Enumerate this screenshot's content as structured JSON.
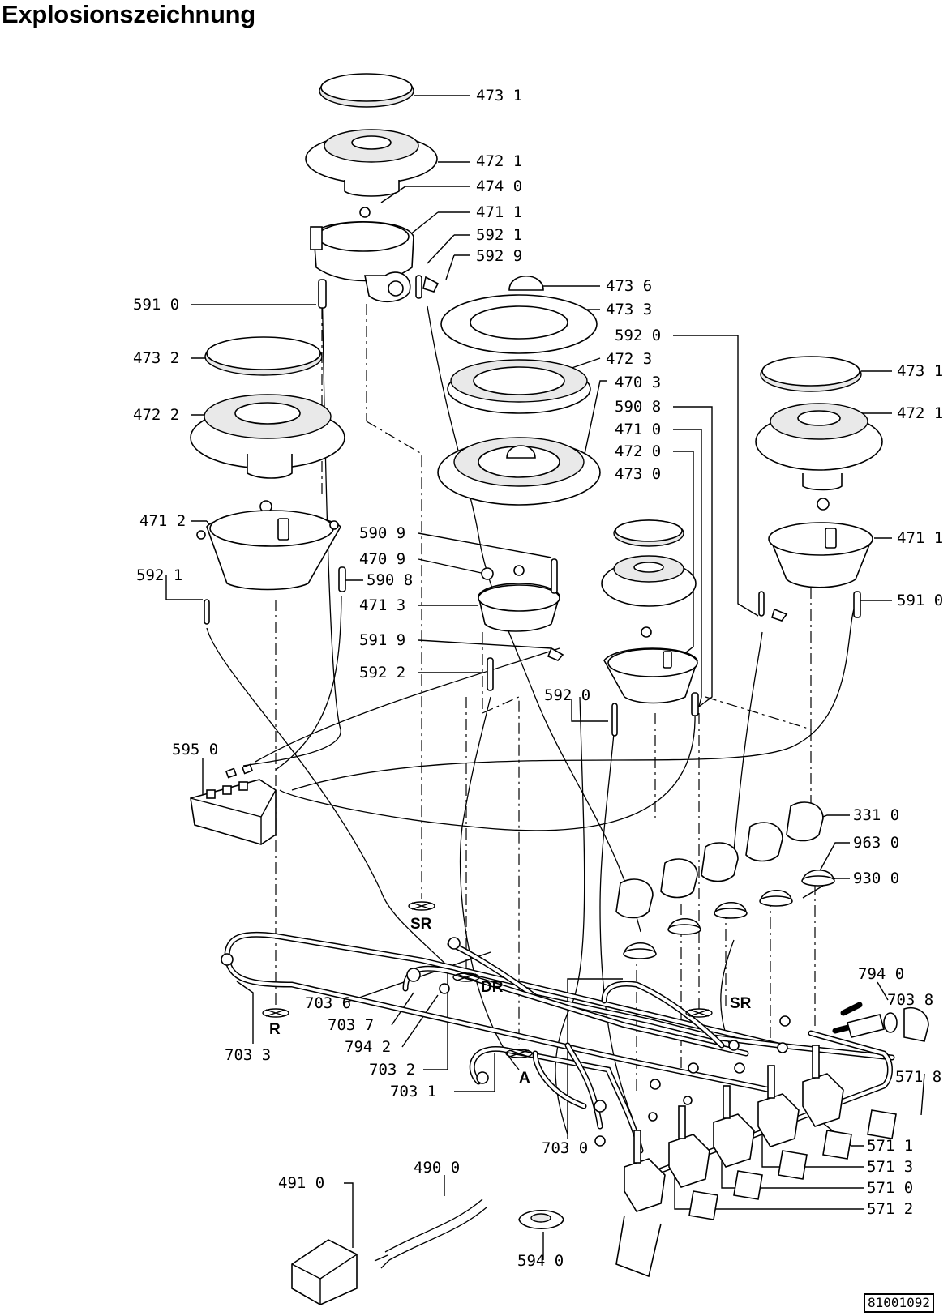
{
  "title": "Explosionszeichnung",
  "document_number": "81001092",
  "markers": {
    "sr1": "SR",
    "r": "R",
    "dr": "DR",
    "a": "A",
    "sr2": "SR"
  },
  "labels": {
    "l4731a": "473 1",
    "l4721a": "472 1",
    "l4740": "474 0",
    "l4711a": "471 1",
    "l5921a": "592 1",
    "l5929": "592 9",
    "l5910a": "591 0",
    "l4736": "473 6",
    "l4733": "473 3",
    "l5920a": "592 0",
    "l4732": "473 2",
    "l4723": "472 3",
    "l4703": "470 3",
    "l4722": "472 2",
    "l5908a": "590 8",
    "l4731b": "473 1",
    "l4710": "471 0",
    "l4721b": "472 1",
    "l4720": "472 0",
    "l4730": "473 0",
    "l4712": "471 2",
    "l5909": "590 9",
    "l4711b": "471 1",
    "l4709": "470 9",
    "l5921b": "592 1",
    "l5908b": "590 8",
    "l4713": "471 3",
    "l5910b": "591 0",
    "l5919": "591 9",
    "l5922": "592 2",
    "l5920b": "592 0",
    "l5950": "595 0",
    "l3310": "331 0",
    "l9630": "963 0",
    "l9300": "930 0",
    "l7940": "794 0",
    "l7038": "703 8",
    "l7036": "703 6",
    "l7037": "703 7",
    "l7033": "703 3",
    "l7942": "794 2",
    "l7032": "703 2",
    "l5718": "571 8",
    "l7031": "703 1",
    "l4900": "490 0",
    "l7030": "703 0",
    "l4910": "491 0",
    "l5711": "571 1",
    "l5713": "571 3",
    "l5710": "571 0",
    "l5940": "594 0",
    "l5712": "571 2"
  }
}
